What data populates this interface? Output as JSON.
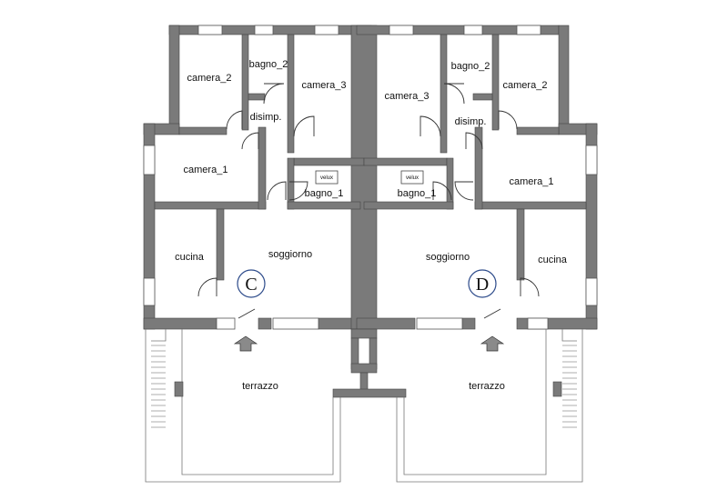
{
  "colors": {
    "wall": "#7a7a7a",
    "wall_stroke": "#444444",
    "line": "#555555",
    "unit_circle": "#2c4a8a",
    "background": "#ffffff"
  },
  "unit_c": {
    "letter": "C",
    "rooms": {
      "camera_2": "camera_2",
      "bagno_2": "bagno_2",
      "camera_3": "camera_3",
      "disimp": "disimp.",
      "camera_1": "camera_1",
      "bagno_1": "bagno_1",
      "velux": "velux",
      "cucina": "cucina",
      "soggiorno": "soggiorno",
      "terrazzo": "terrazzo"
    }
  },
  "unit_d": {
    "letter": "D",
    "rooms": {
      "camera_2": "camera_2",
      "bagno_2": "bagno_2",
      "camera_3": "camera_3",
      "disimp": "disimp.",
      "camera_1": "camera_1",
      "bagno_1": "bagno_1",
      "velux": "velux",
      "cucina": "cucina",
      "soggiorno": "soggiorno",
      "terrazzo": "terrazzo"
    }
  },
  "icons": {
    "entrance_left": "entrance-arrow-icon",
    "entrance_right": "entrance-arrow-icon"
  }
}
